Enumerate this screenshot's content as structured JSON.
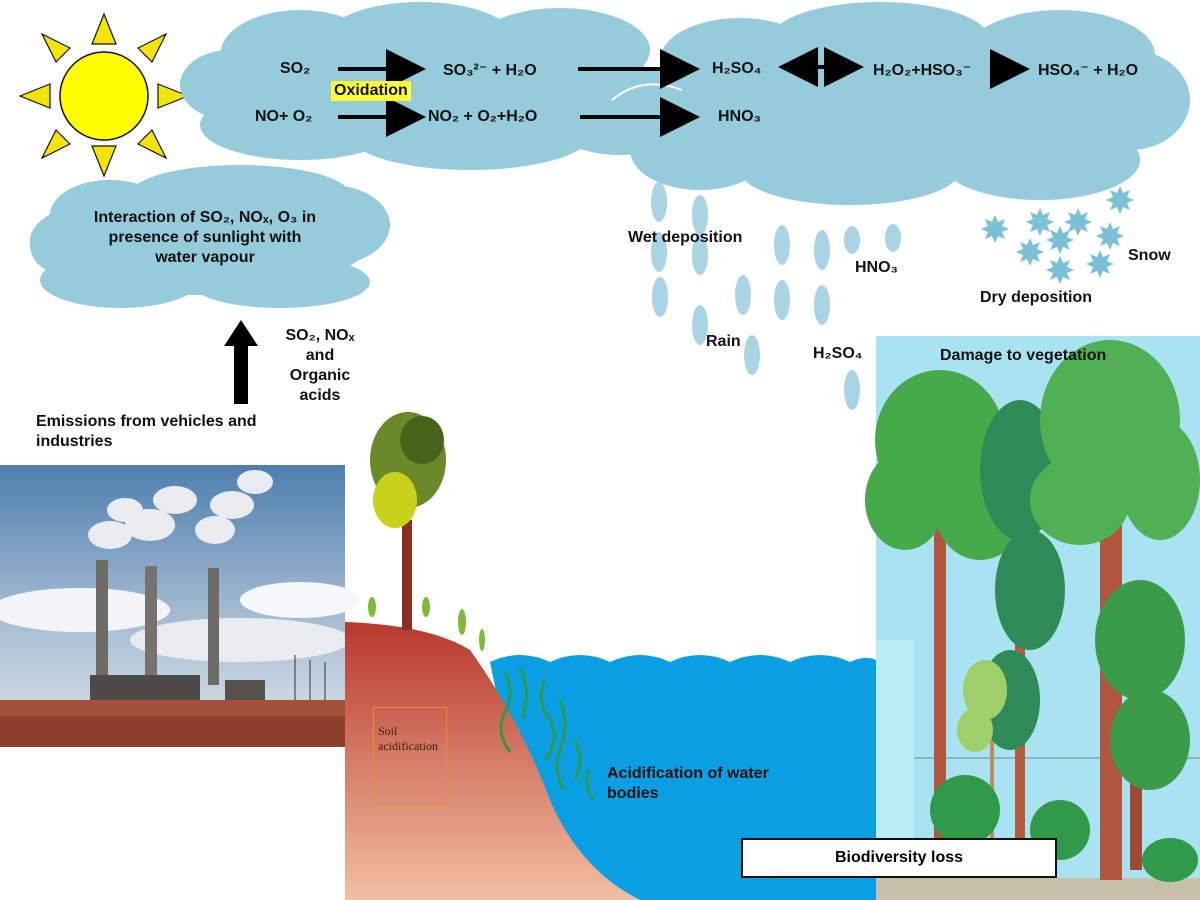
{
  "colors": {
    "cloud": "#96cbdc",
    "sun": "#ffff00",
    "soil_top": "#b9382c",
    "soil_bottom": "#f2bfa2",
    "water": "#0a9ee3",
    "forest_bg": "#a9e3f2",
    "highlight": "#ffff33"
  },
  "reactions": {
    "row1": {
      "so2": "SO₂",
      "so3_h2o": "SO₃²⁻ + H₂O",
      "h2so4": "H₂SO₄",
      "h2o2_hso3": "H₂O₂+HSO₃⁻",
      "hso4_h2o": "HSO₄⁻ + H₂O"
    },
    "row2": {
      "no_o2": "NO+ O₂",
      "no2_o2_h2o": "NO₂ + O₂+H₂O",
      "hno3": "HNO₃"
    },
    "oxidation": "Oxidation"
  },
  "interaction_lines": [
    "Interaction of SO₂, NOₓ, O₃ in",
    "presence of sunlight with",
    "water vapour"
  ],
  "emission_gases_lines": [
    "SO₂, NOₓ",
    "and",
    "Organic",
    "acids"
  ],
  "emissions_lines": [
    "Emissions from vehicles and",
    "industries"
  ],
  "deposition": {
    "wet": "Wet deposition",
    "rain": "Rain",
    "hno3": "HNO₃",
    "h2so4": "H₂SO₄",
    "snow": "Snow",
    "dry": "Dry deposition"
  },
  "impacts": {
    "vegetation": "Damage to vegetation",
    "soil_lines": [
      "Soil",
      "acidification"
    ],
    "water_lines": [
      "Acidification of water",
      "bodies"
    ],
    "biodiversity": "Biodiversity loss"
  }
}
